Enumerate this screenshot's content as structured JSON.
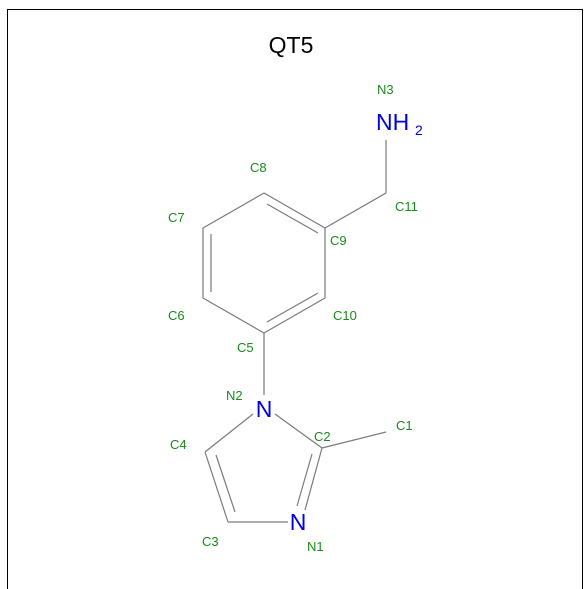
{
  "title": "QT5",
  "atoms": {
    "N3": {
      "label": "N3",
      "symbol": "NH",
      "sub": "2"
    },
    "N2": {
      "label": "N2",
      "symbol": "N"
    },
    "N1": {
      "label": "N1",
      "symbol": "N"
    },
    "C1": {
      "label": "C1"
    },
    "C2": {
      "label": "C2"
    },
    "C3": {
      "label": "C3"
    },
    "C4": {
      "label": "C4"
    },
    "C5": {
      "label": "C5"
    },
    "C6": {
      "label": "C6"
    },
    "C7": {
      "label": "C7"
    },
    "C8": {
      "label": "C8"
    },
    "C9": {
      "label": "C9"
    },
    "C10": {
      "label": "C10"
    },
    "C11": {
      "label": "C11"
    }
  },
  "colors": {
    "carbon_label": "#1a8a1a",
    "nitrogen": "#0000e0",
    "bond": "#7a7a7a"
  }
}
